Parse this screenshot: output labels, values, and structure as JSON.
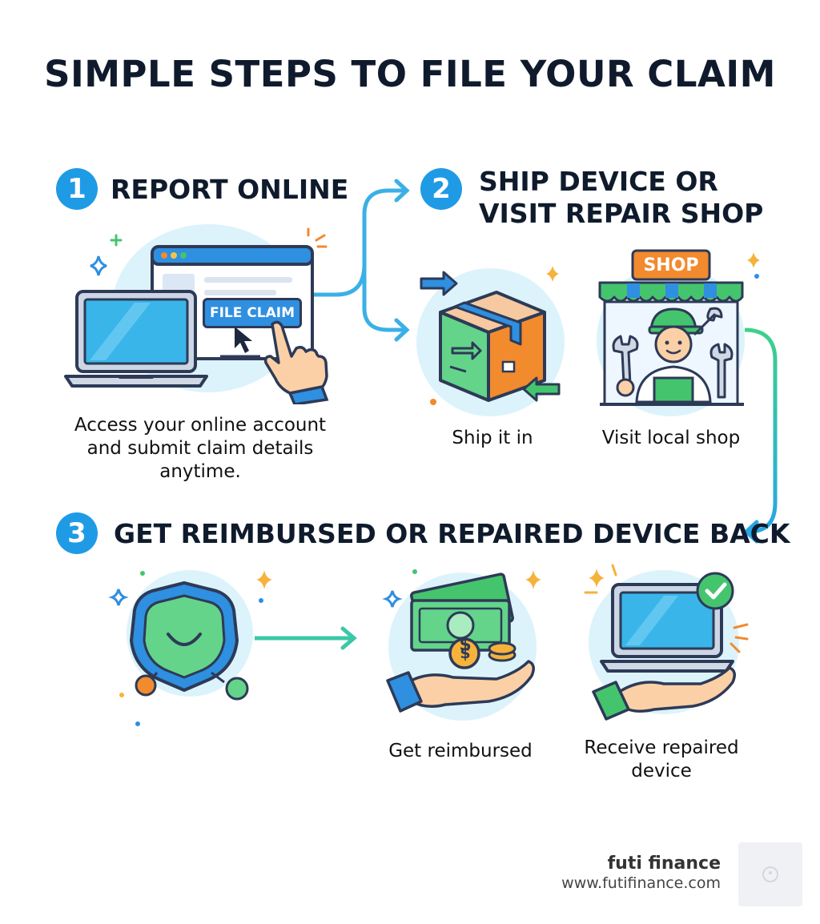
{
  "title": "SIMPLE STEPS TO FILE YOUR CLAIM",
  "steps": [
    {
      "number": "1",
      "heading": "REPORT ONLINE",
      "button_label": "FILE CLAIM",
      "caption": "Access your online account and submit claim details anytime."
    },
    {
      "number": "2",
      "heading_line1": "SHIP DEVICE OR",
      "heading_line2": "VISIT REPAIR SHOP",
      "shop_sign": "SHOP",
      "options": [
        "Ship it in",
        "Visit local shop"
      ]
    },
    {
      "number": "3",
      "heading": "GET REIMBURSED OR REPAIRED DEVICE BACK",
      "outcomes": [
        "Get reimbursed",
        "Receive repaired device"
      ],
      "currency_symbol": "$"
    }
  ],
  "brand": {
    "name": "futi finance",
    "url": "www.futifinance.com"
  },
  "colors": {
    "accent_blue": "#1f9be6",
    "navy": "#0f1b2d",
    "green": "#45c46e",
    "orange": "#f28a2e",
    "light_blue": "#dcf3fb"
  },
  "icons": [
    "laptop-icon",
    "browser-window-icon",
    "pointing-hand-icon",
    "cursor-icon",
    "package-box-icon",
    "shop-icon",
    "technician-icon",
    "shield-icon",
    "money-hand-icon",
    "repaired-laptop-icon",
    "checkmark-icon"
  ]
}
